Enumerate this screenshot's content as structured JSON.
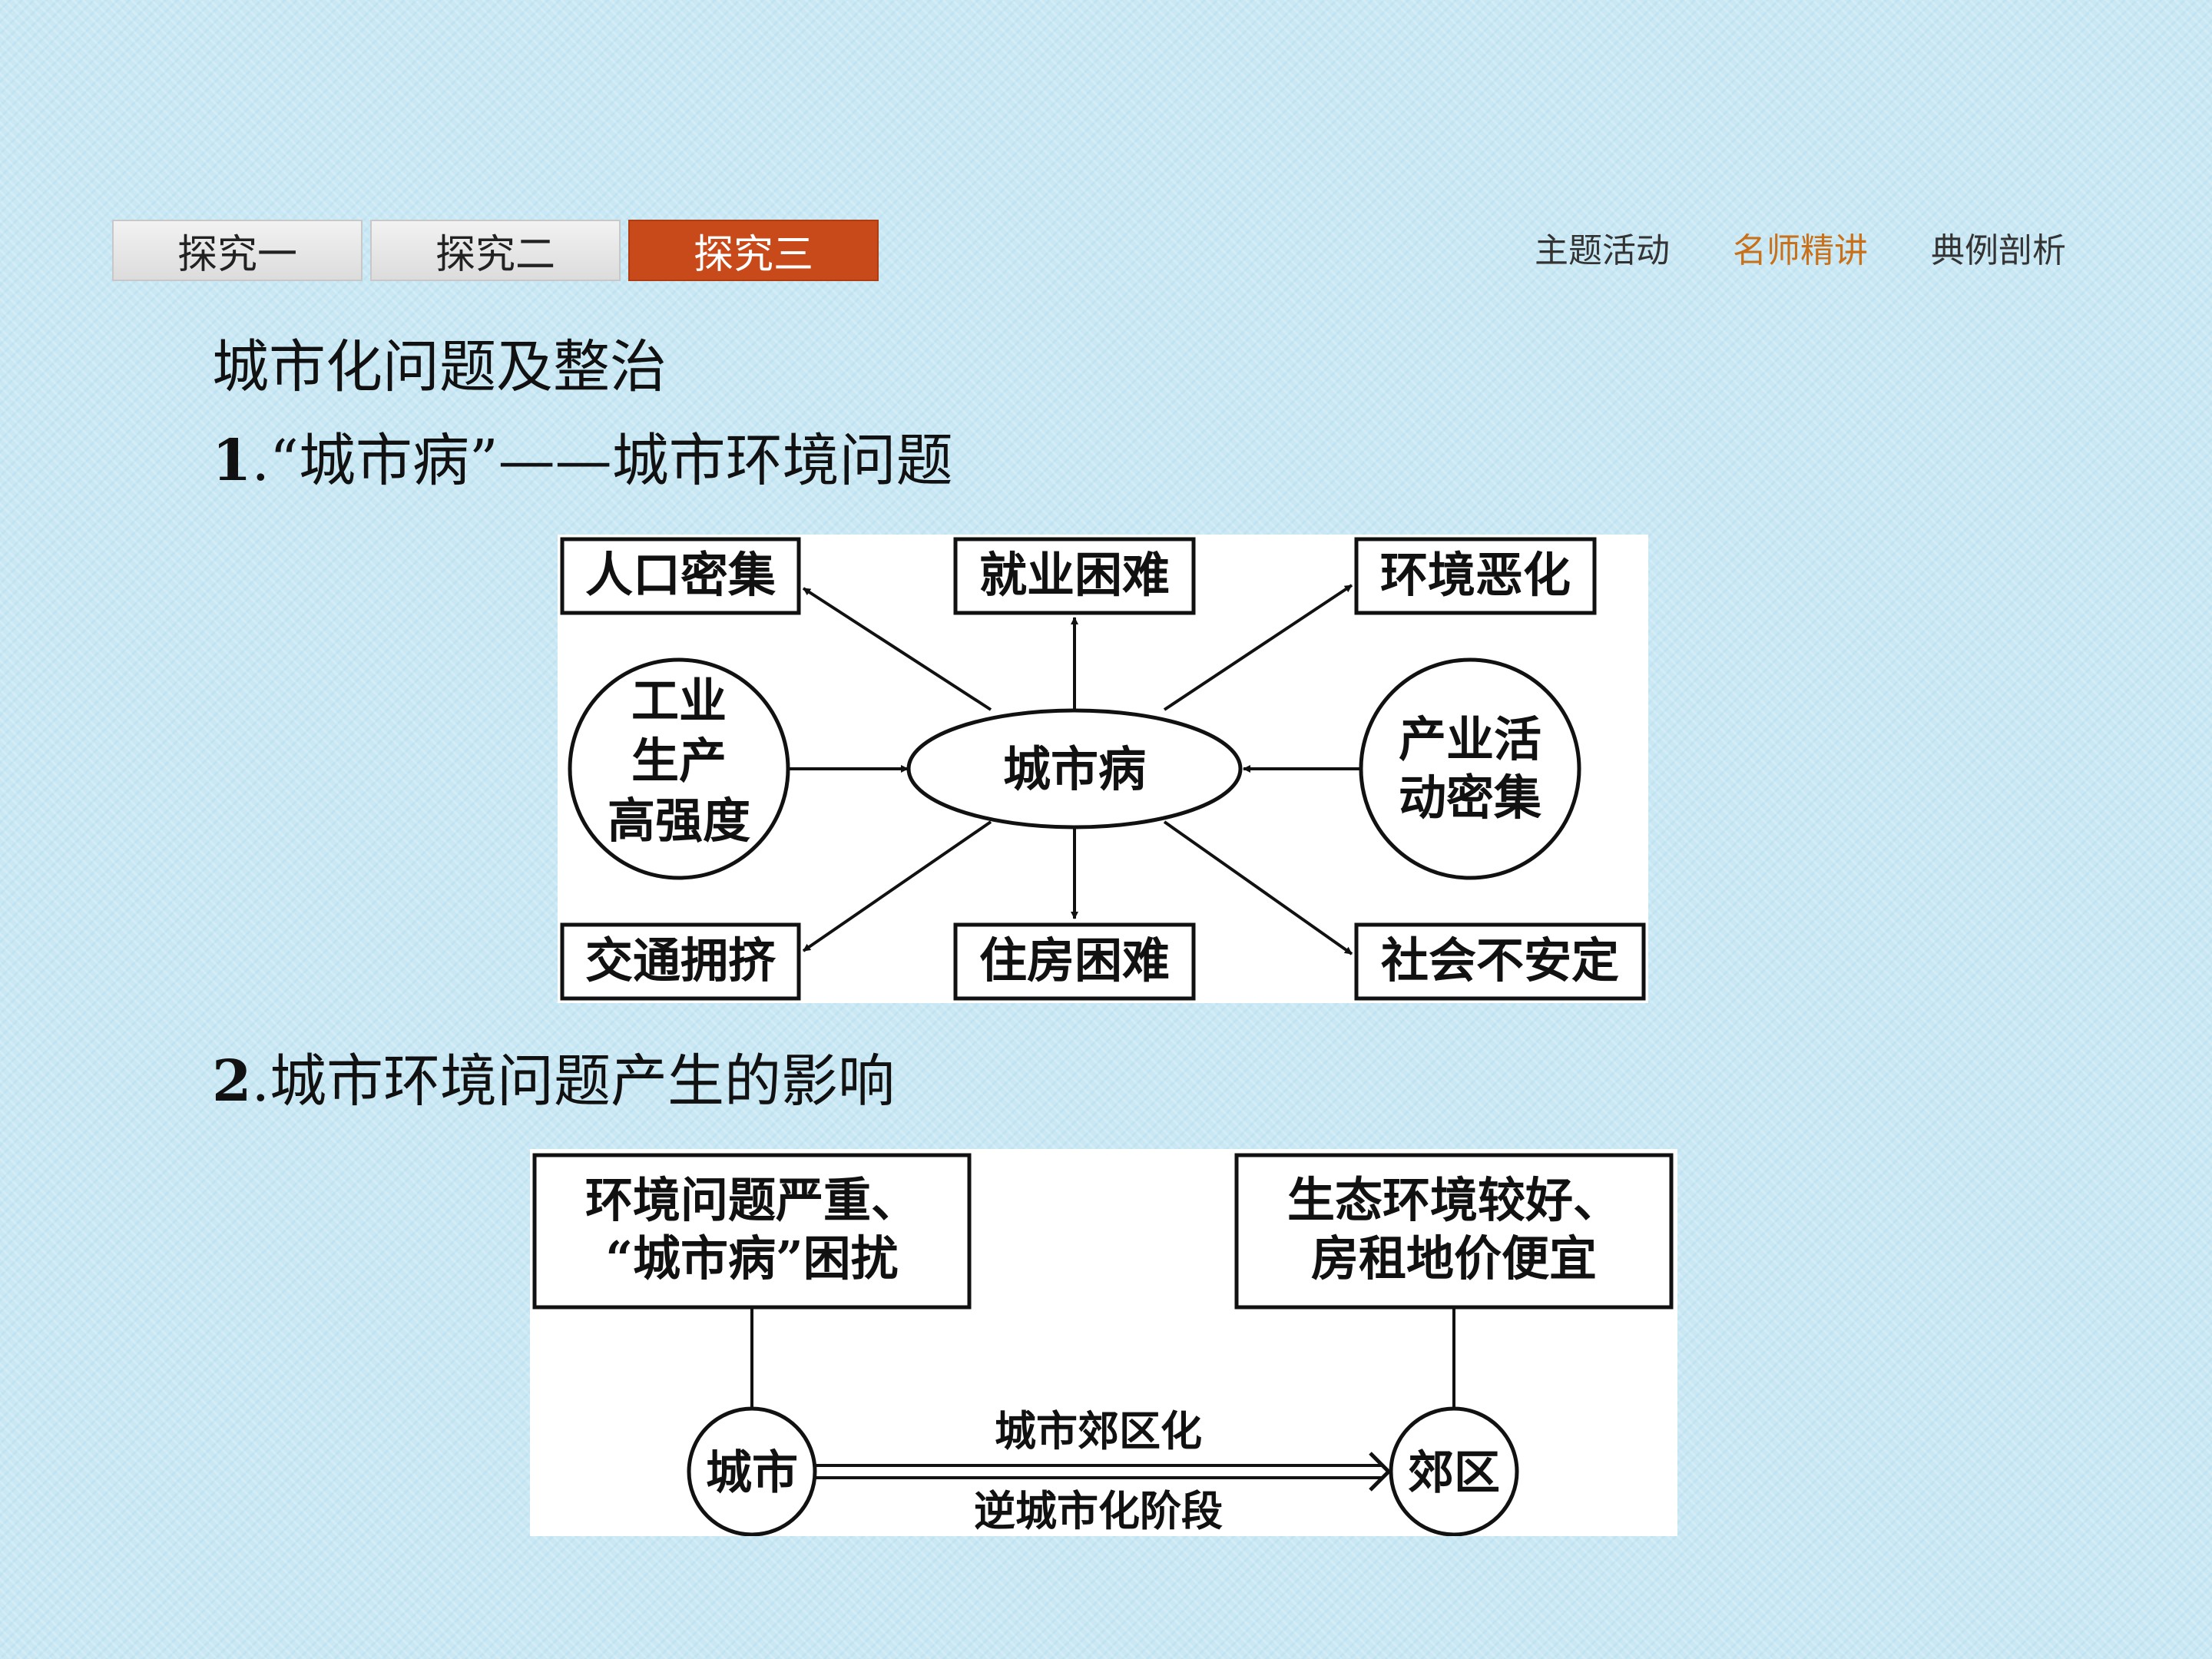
{
  "tabs": [
    {
      "label": "探究一",
      "active": false
    },
    {
      "label": "探究二",
      "active": false
    },
    {
      "label": "探究三",
      "active": true
    }
  ],
  "nav": [
    {
      "label": "主题活动",
      "active": false
    },
    {
      "label": "名师精讲",
      "active": true
    },
    {
      "label": "典例剖析",
      "active": false
    }
  ],
  "colors": {
    "accent": "#c8491a",
    "nav_active": "#c8701a",
    "background": "#c9e8f4"
  },
  "section_title": "城市化问题及整治",
  "item1": {
    "num": "1",
    "text": ".“城市病”——城市环境问题"
  },
  "item2": {
    "num": "2",
    "text": ".城市环境问题产生的影响"
  },
  "diagram1": {
    "center": "城市病",
    "top_left": "人口密集",
    "top_middle": "就业困难",
    "top_right": "环境恶化",
    "bottom_left": "交通拥挤",
    "bottom_middle": "住房困难",
    "bottom_right": "社会不安定",
    "left_cause": [
      "工业",
      "生产",
      "高强度"
    ],
    "right_cause": [
      "产业活",
      "动密集"
    ]
  },
  "diagram2": {
    "left_box": [
      "环境问题严重、",
      "“城市病”困扰"
    ],
    "right_box": [
      "生态环境较好、",
      "房租地价便宜"
    ],
    "left_node": "城市",
    "right_node": "郊区",
    "arrow_top": "城市郊区化",
    "arrow_bottom": "逆城市化阶段"
  }
}
